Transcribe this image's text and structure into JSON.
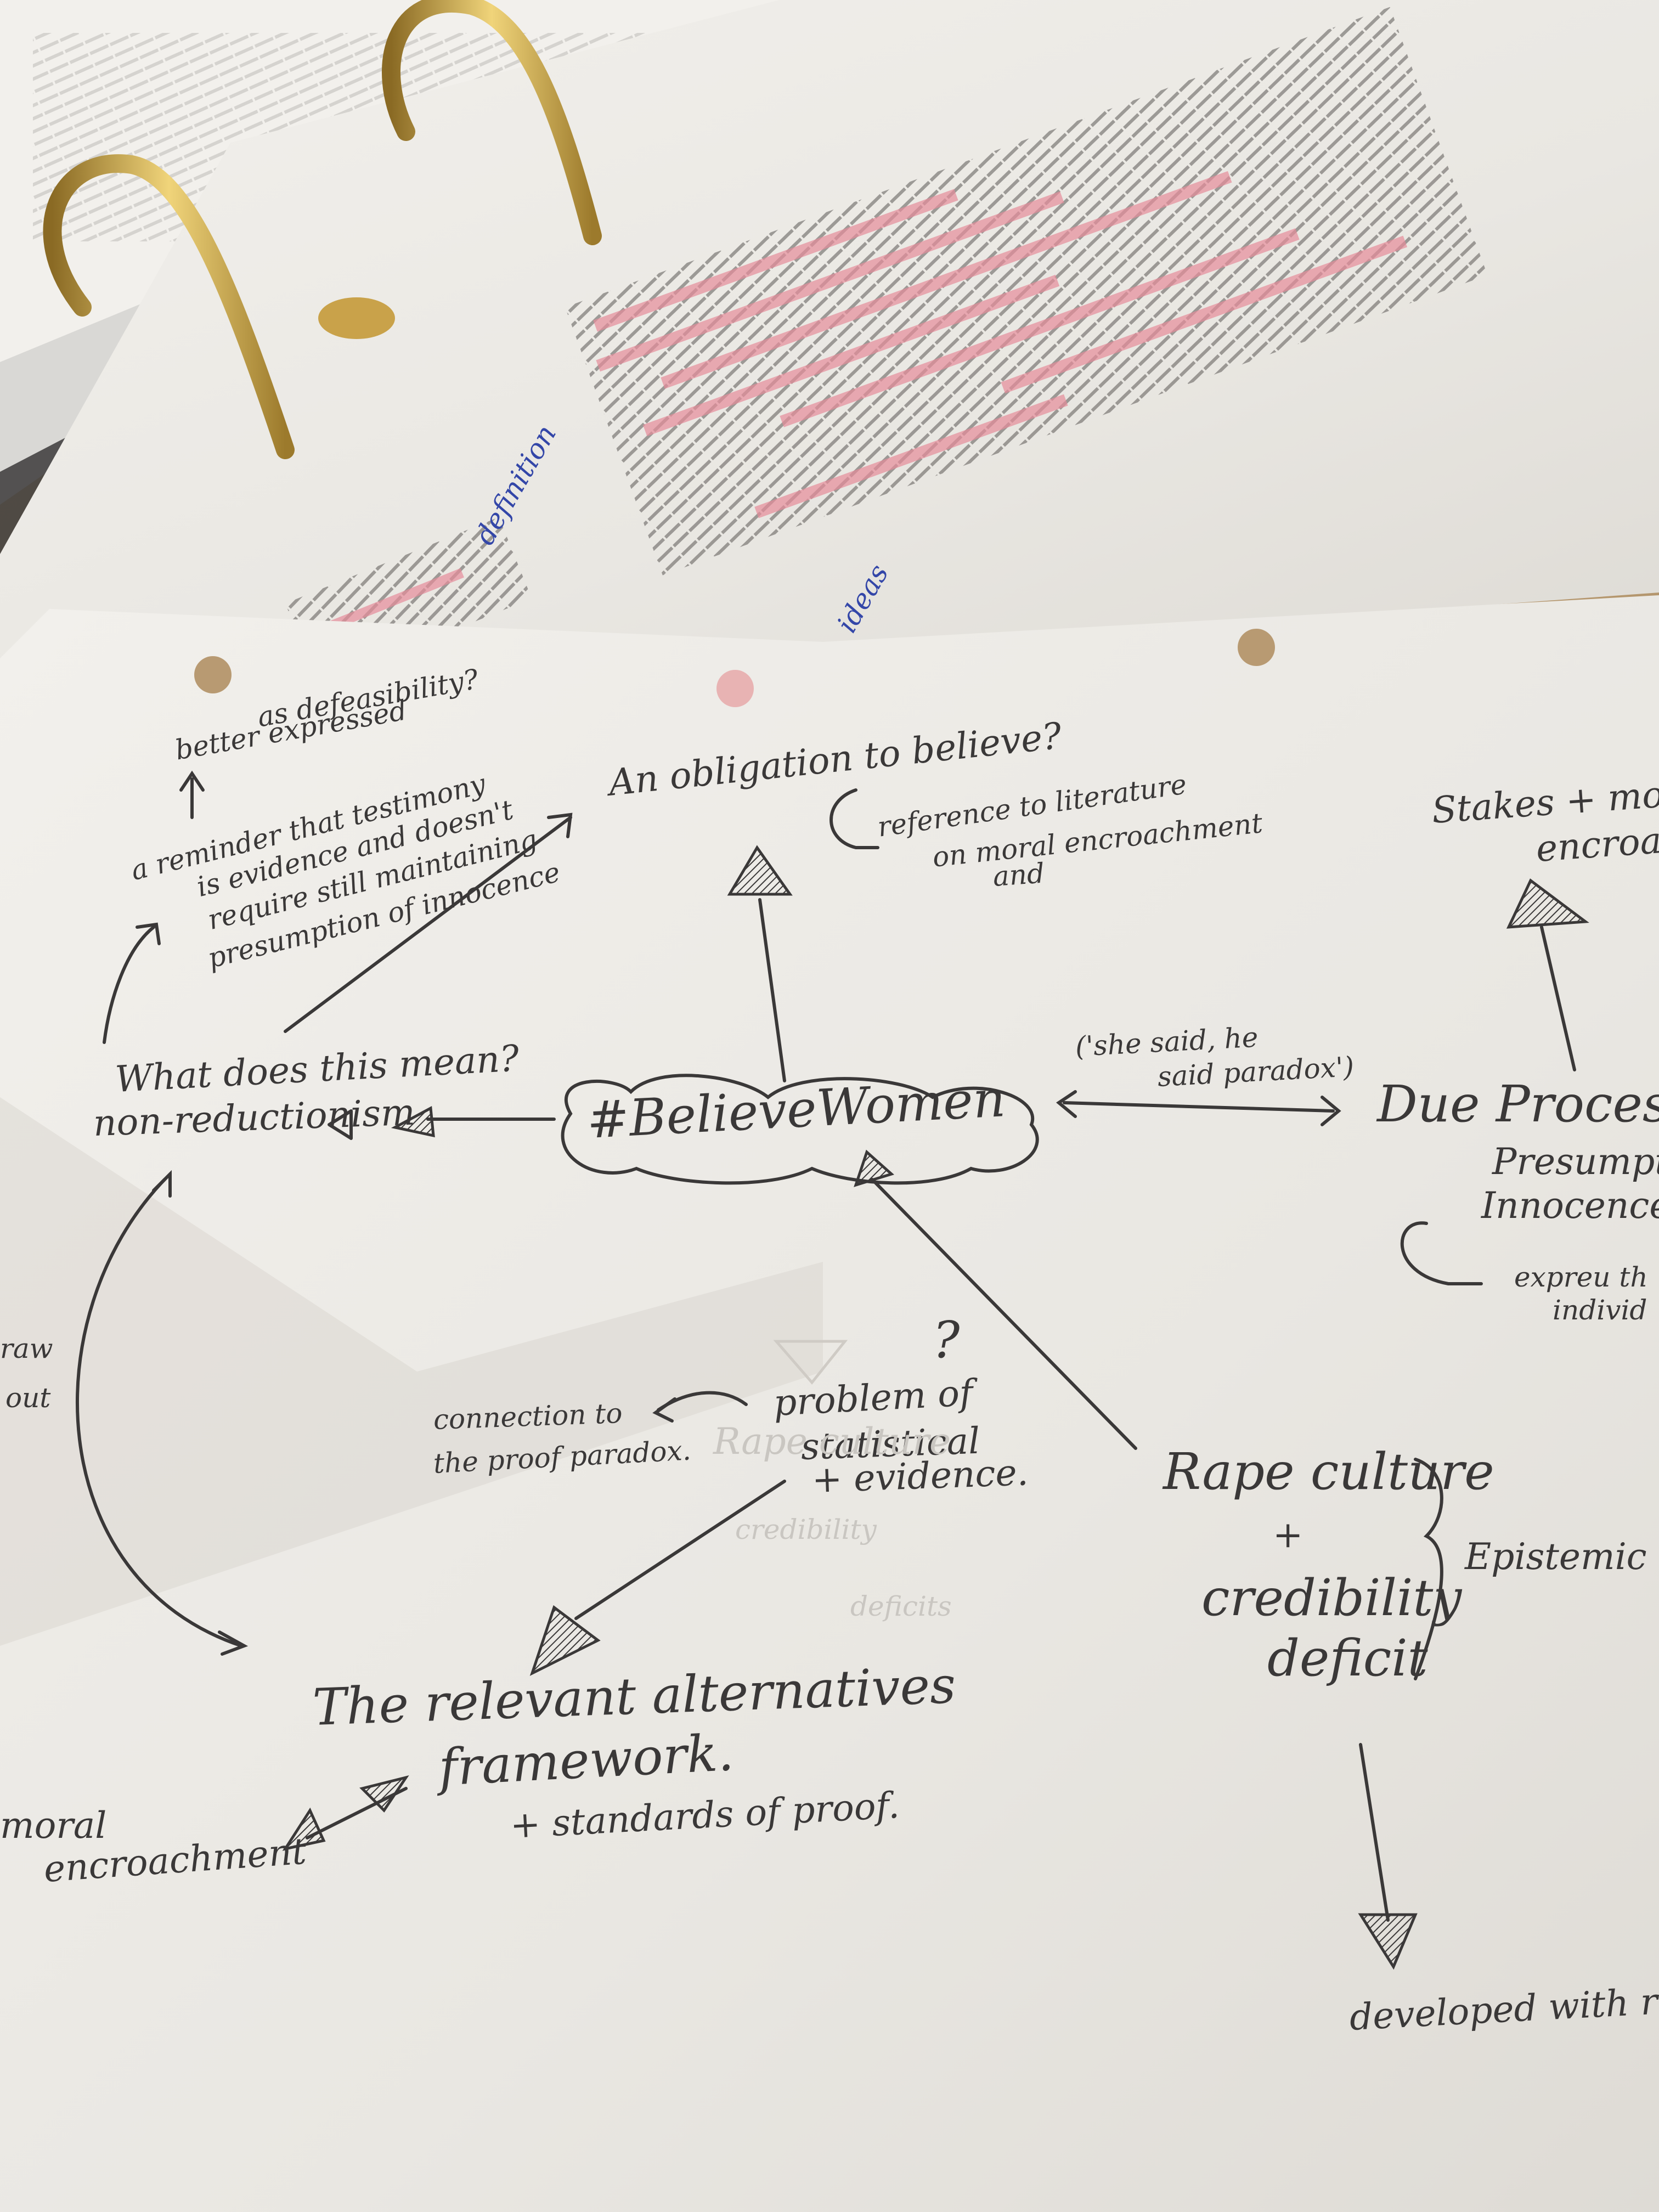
{
  "notes": {
    "better_expressed": "better expressed",
    "as_defeasibility": "as defeasibility?",
    "reminder_1": "a reminder that testimony",
    "reminder_2": "is evidence and doesn't",
    "reminder_3": "require still maintaining",
    "reminder_4": "presumption of innocence",
    "obligation": "An obligation to believe?",
    "reference_1": "reference to literature",
    "reference_2": "on moral encroachment",
    "reference_3": "and",
    "stakes_1": "Stakes + moral",
    "stakes_2": "encroachment",
    "what_does": "What does this mean?",
    "non_reductionism": "non-reductionism",
    "believe_women": "#BelieveWomen",
    "she_said_1": "('she said, he",
    "she_said_2": "said paradox')",
    "due_process": "Due Process",
    "presumption": "Presumption",
    "innocence": "Innocence",
    "expreu_1": "expreu th",
    "expreu_2": "individ",
    "raw": "raw",
    "out": "out",
    "connection_1": "connection to",
    "connection_2": "the proof paradox.",
    "problem_1": "problem of",
    "problem_2": "statistical",
    "problem_3": "+ evidence.",
    "question_mark": "?",
    "faint_1": "Rape culture",
    "faint_2": "credibility",
    "faint_3": "deficits",
    "rape_culture": "Rape culture",
    "plus": "+",
    "credibility": "credibility",
    "deficit": "deficit",
    "epistemic": "Epistemic in",
    "relevant_alt": "The relevant alternatives",
    "framework": "framework.",
    "standards": "+ standards of proof.",
    "moral": "moral",
    "encroachment": "encroachment",
    "developed": "developed with refer",
    "blue_1": "definition",
    "blue_2": "ideas"
  },
  "colors": {
    "desk": "#b89a72",
    "paper": "#eeece8",
    "highlight": "#e58c9a",
    "ink": "#3a3838",
    "blue_ink": "#3346a8",
    "brass": "#c9a24a"
  }
}
